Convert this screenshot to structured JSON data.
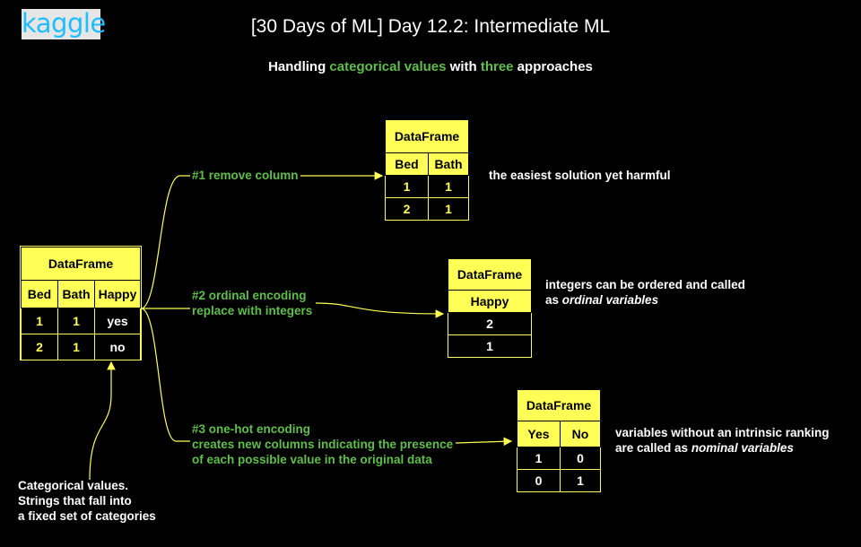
{
  "logo": "kaggle",
  "title": "[30 Days of ML] Day 12.2: Intermediate ML",
  "subtitle": {
    "prefix": "Handling ",
    "highlight1": "categorical values",
    "middle": " with ",
    "highlight2": "three",
    "suffix": " approaches"
  },
  "colors": {
    "accent": "#ffff55",
    "green": "#5fbf4a",
    "background": "#000000"
  },
  "source_df": {
    "title": "DataFrame",
    "columns": [
      "Bed",
      "Bath",
      "Happy"
    ],
    "rows": [
      [
        "1",
        "1",
        "yes"
      ],
      [
        "2",
        "1",
        "no"
      ]
    ]
  },
  "approach1": {
    "label": "#1 remove column",
    "df": {
      "title": "DataFrame",
      "columns": [
        "Bed",
        "Bath"
      ],
      "rows": [
        [
          "1",
          "1"
        ],
        [
          "2",
          "1"
        ]
      ]
    },
    "note": "the easiest solution yet harmful"
  },
  "approach2": {
    "label_line1": "#2 ordinal encoding",
    "label_line2": "replace with integers",
    "df": {
      "title": "DataFrame",
      "columns": [
        "Happy"
      ],
      "rows": [
        [
          "2"
        ],
        [
          "1"
        ]
      ]
    },
    "note_line1": "integers can be ordered and called",
    "note_line2_prefix": "as ",
    "note_line2_italic": "ordinal variables"
  },
  "approach3": {
    "label_line1": "#3 one-hot encoding",
    "label_line2": "creates new columns indicating the presence",
    "label_line3": "of each possible value in the original data",
    "df": {
      "title": "DataFrame",
      "columns": [
        "Yes",
        "No"
      ],
      "rows": [
        [
          "1",
          "0"
        ],
        [
          "0",
          "1"
        ]
      ]
    },
    "note_line1": "variables without an intrinsic ranking",
    "note_line2_prefix": "are called as ",
    "note_line2_italic": "nominal variables"
  },
  "categorical_note": {
    "line1": "Categorical values.",
    "line2": "Strings that fall into",
    "line3": "a fixed set of categories"
  }
}
